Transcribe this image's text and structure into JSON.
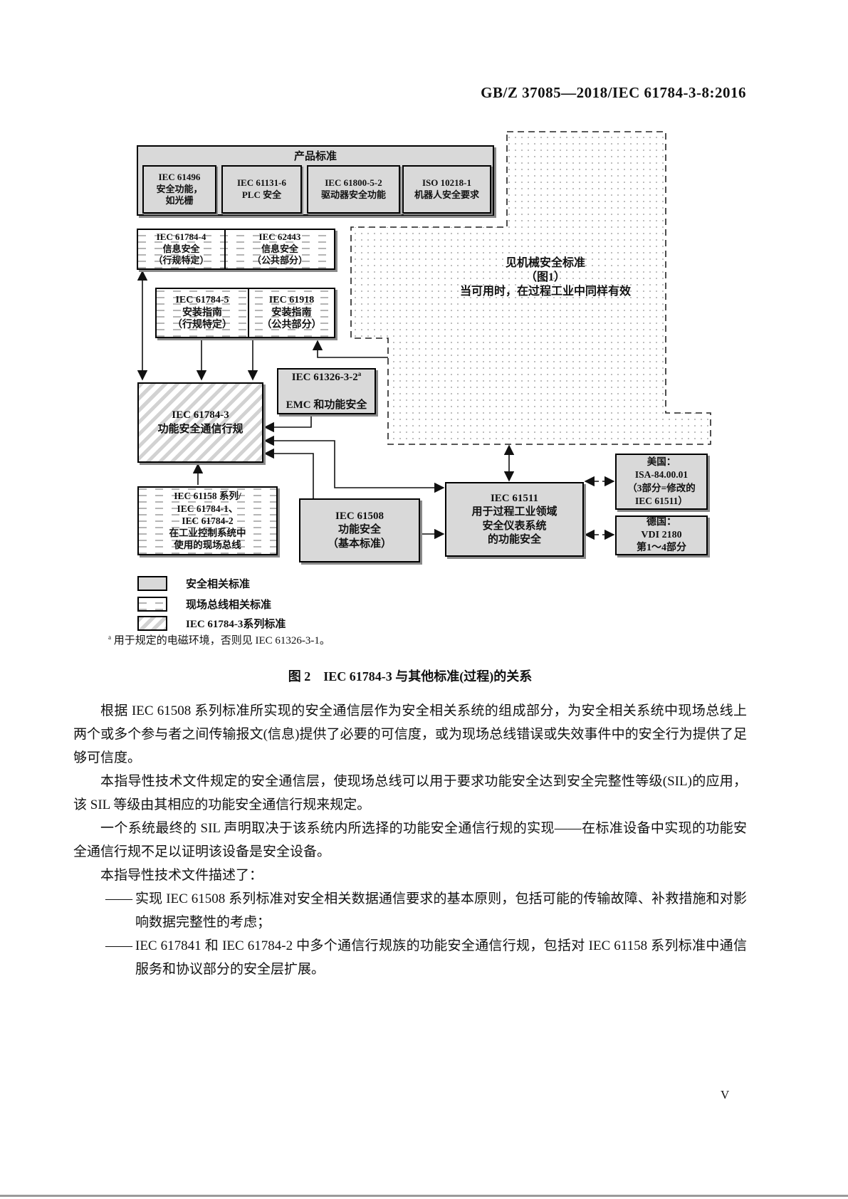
{
  "page": {
    "header": "GB/Z 37085—2018/IEC 61784-3-8:2016",
    "page_number": "V"
  },
  "figure": {
    "caption": "图 2　IEC 61784-3 与其他标准(过程)的关系",
    "footnote_marker": "a",
    "footnote": "用于规定的电磁环境，否则见 IEC 61326-3-1。",
    "product_group": {
      "title": "产品标准",
      "items": [
        {
          "label": "IEC 61496\n安全功能，\n如光栅"
        },
        {
          "label": "IEC 61131-6\nPLC 安全"
        },
        {
          "label": "IEC 61800-5-2\n驱动器安全功能"
        },
        {
          "label": "ISO 10218-1\n机器人安全要求"
        }
      ]
    },
    "boxes": {
      "security_profile": "IEC 61784-4\n信息安全\n（行规特定）",
      "security_common": "IEC 62443\n信息安全\n（公共部分）",
      "install_profile": "IEC 61784-5\n安装指南\n（行规特定）",
      "install_common": "IEC 61918\n安装指南\n（公共部分）",
      "emc_code": "IEC 61326-3-2",
      "emc_sup": "a",
      "emc_line2": "EMC 和功能安全",
      "fscp": "IEC 61784-3\n功能安全通信行规",
      "fieldbus": "IEC 61158 系列/\nIEC 61784-1、\nIEC 61784-2\n在工业控制系统中\n使用的现场总线",
      "iec61508": "IEC 61508\n功能安全\n（基本标准）",
      "iec61511": "IEC 61511\n用于过程工业领域\n安全仪表系统\n的功能安全",
      "usa": "美国：\nISA-84.00.01\n（3部分=修改的\nIEC 61511）",
      "germany": "德国：\nVDI 2180\n第1～4部分",
      "machinery_note": "见机械安全标准\n（图1）\n当可用时，在过程工业中同样有效"
    },
    "legend": {
      "safety": "安全相关标准",
      "fieldbus": "现场总线相关标准",
      "series": "IEC 61784-3系列标准"
    }
  },
  "body": {
    "p1": "根据 IEC 61508 系列标准所实现的安全通信层作为安全相关系统的组成部分，为安全相关系统中现场总线上两个或多个参与者之间传输报文(信息)提供了必要的可信度，或为现场总线错误或失效事件中的安全行为提供了足够可信度。",
    "p2": "本指导性技术文件规定的安全通信层，使现场总线可以用于要求功能安全达到安全完整性等级(SIL)的应用，该 SIL 等级由其相应的功能安全通信行规来规定。",
    "p3": "一个系统最终的 SIL 声明取决于该系统内所选择的功能安全通信行规的实现——在标准设备中实现的功能安全通信行规不足以证明该设备是安全设备。",
    "p4": "本指导性技术文件描述了：",
    "b1_dash": "——",
    "b1": "实现 IEC 61508 系列标准对安全相关数据通信要求的基本原则，包括可能的传输故障、补救措施和对影响数据完整性的考虑；",
    "b2_dash": "——",
    "b2": "IEC 617841 和 IEC 61784-2 中多个通信行规族的功能安全通信行规，包括对 IEC 61158 系列标准中通信服务和协议部分的安全层扩展。"
  }
}
